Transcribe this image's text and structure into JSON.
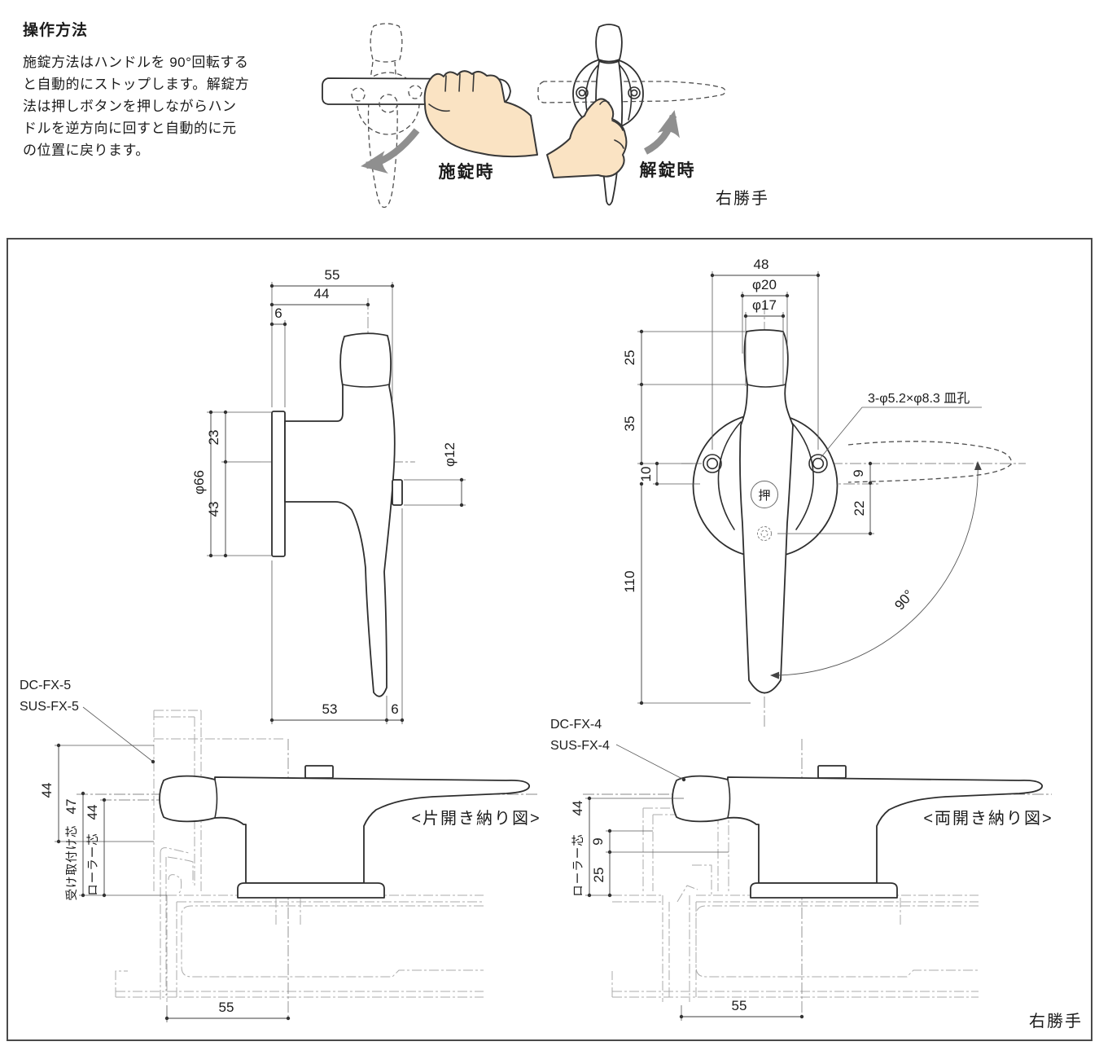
{
  "header": {
    "title": "操作方法",
    "body_lines": [
      "施錠方法はハンドルを 90°回転する",
      "と自動的にストップします。解錠方",
      "法は押しボタンを押しながらハン",
      "ドルを逆方向に回すと自動的に元",
      "の位置に戻ります。"
    ],
    "lock_label": "施錠時",
    "unlock_label": "解錠時",
    "hand_note": "右勝手"
  },
  "colors": {
    "line": "#2e2e2e",
    "thin_frame": "#ababab",
    "skin": "#fae3c3",
    "arrow_gray": "#8f8f8f"
  },
  "side_view": {
    "dim_top_width": "55",
    "dim_mid_width": "44",
    "dim_edge_top": "6",
    "dim_upper": "23",
    "dim_base_dia": "φ66",
    "dim_lower": "43",
    "dim_roller_dia": "φ12",
    "dim_bottom_width": "53",
    "dim_edge_bottom": "6"
  },
  "front_view": {
    "dim_hole_span": "48",
    "dim_grip_dia": "φ20",
    "dim_neck_dia": "φ17",
    "dim_grip_h": "25",
    "dim_neck_h": "35",
    "dim_hole_offset": "10",
    "dim_length": "110",
    "dim_right_upper": "9",
    "dim_right_lower": "22",
    "dim_angle": "90°",
    "hole_note": "3-φ5.2×φ8.3 皿孔",
    "button_label": "押"
  },
  "install_single": {
    "model_line1": "DC-FX-5",
    "model_line2": "SUS-FX-5",
    "dim_frame": "44",
    "dim_receiver": "47",
    "dim_roller": "44",
    "dim_offset": "55",
    "receiver_axis_label": "受け取付け芯",
    "roller_axis_label": "ローラー芯",
    "caption": "<片開き納り図>"
  },
  "install_double": {
    "model_line1": "DC-FX-4",
    "model_line2": "SUS-FX-4",
    "dim_roller": "44",
    "dim_gap": "9",
    "dim_lower": "25",
    "dim_offset": "55",
    "roller_axis_label": "ローラー芯",
    "caption": "<両開き納り図>",
    "hand_note": "右勝手"
  }
}
